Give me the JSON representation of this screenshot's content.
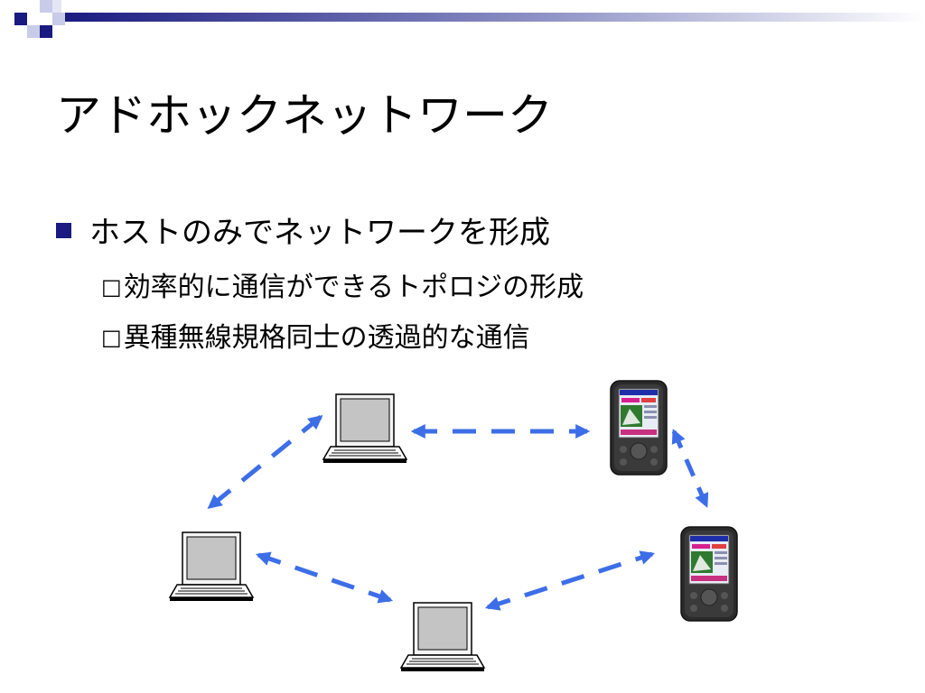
{
  "slide": {
    "title": "アドホックネットワーク",
    "bullets": [
      {
        "text": "ホストのみでネットワークを形成",
        "sub_items": [
          {
            "marker": "□",
            "text": "効率的に通信ができるトポロジの形成"
          },
          {
            "marker": "□",
            "text": "異種無線規格同士の透過的な通信"
          }
        ]
      }
    ]
  },
  "diagram": {
    "nodes": [
      {
        "name": "laptop-top",
        "kind": "laptop-icon"
      },
      {
        "name": "laptop-left",
        "kind": "laptop-icon"
      },
      {
        "name": "laptop-bottom",
        "kind": "laptop-icon"
      },
      {
        "name": "pda-top-right",
        "kind": "pda-icon"
      },
      {
        "name": "pda-right",
        "kind": "pda-icon"
      }
    ],
    "links": [
      {
        "from": "laptop-top",
        "to": "pda-top-right"
      },
      {
        "from": "laptop-top",
        "to": "laptop-left"
      },
      {
        "from": "laptop-left",
        "to": "laptop-bottom"
      },
      {
        "from": "laptop-bottom",
        "to": "pda-right"
      },
      {
        "from": "pda-top-right",
        "to": "pda-right"
      }
    ]
  },
  "colors": {
    "accent": "#1a1a80",
    "arrow": "#3d6ee8",
    "band_light": "#c8cce8"
  }
}
